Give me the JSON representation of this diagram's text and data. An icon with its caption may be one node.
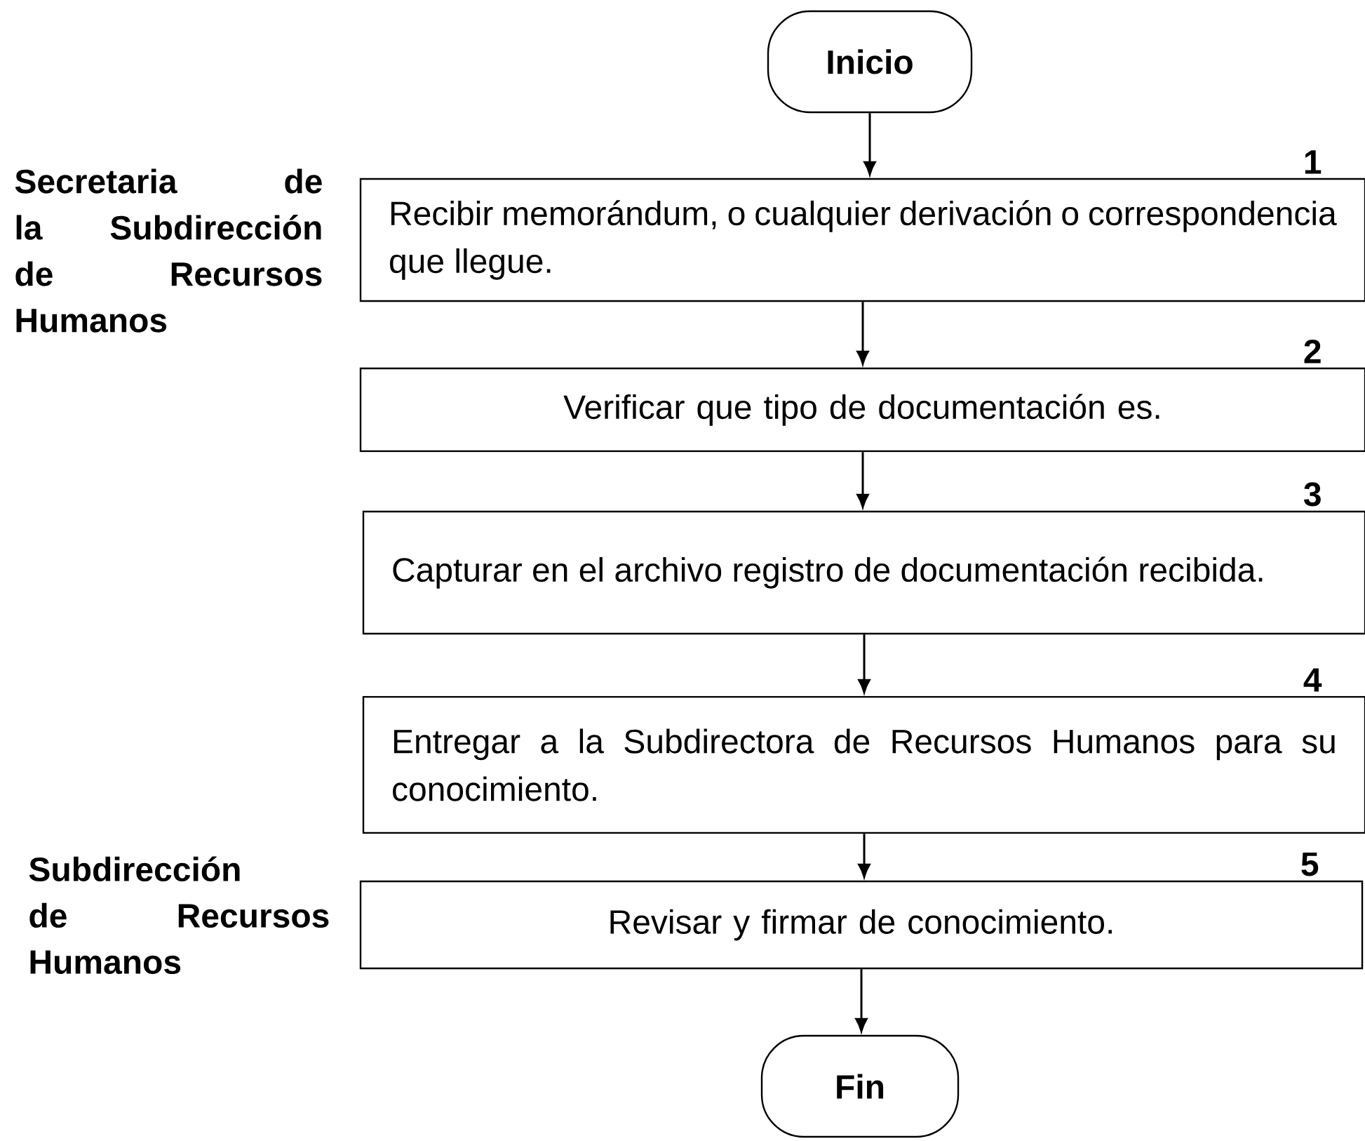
{
  "diagram": {
    "nodes": [
      {
        "text": [
          "Inicio"
        ]
      },
      {
        "text": [
          "Recibir memorándum, o cualquier derivación o correspondencia que llegue."
        ],
        "beside": [
          "1"
        ]
      },
      {
        "text": [
          "Verificar que tipo de documentación es."
        ],
        "beside": [
          "2"
        ]
      },
      {
        "text": [
          "Capturar en el archivo registro de documentación recibida."
        ],
        "beside": [
          "3"
        ]
      },
      {
        "text": [
          "Entregar a la Subdirectora de Recursos Humanos para su conocimiento."
        ],
        "beside": [
          "4"
        ]
      },
      {
        "text": [
          "Revisar y firmar de conocimiento."
        ],
        "beside": [
          "5"
        ]
      },
      {
        "text": [
          "Fin"
        ]
      }
    ],
    "edges": [
      {
        "from": 0,
        "to": 1,
        "arrow": "to"
      },
      {
        "from": 1,
        "to": 2,
        "arrow": "to"
      },
      {
        "from": 2,
        "to": 3,
        "arrow": "to"
      },
      {
        "from": 3,
        "to": 4,
        "arrow": "to"
      },
      {
        "from": 4,
        "to": 5,
        "arrow": "to"
      },
      {
        "from": 5,
        "to": 6,
        "arrow": "to"
      }
    ],
    "labels": [
      "Secretaria de la Subdirección de Recursos Humanos",
      "Subdirección de Recursos Humanos"
    ]
  }
}
